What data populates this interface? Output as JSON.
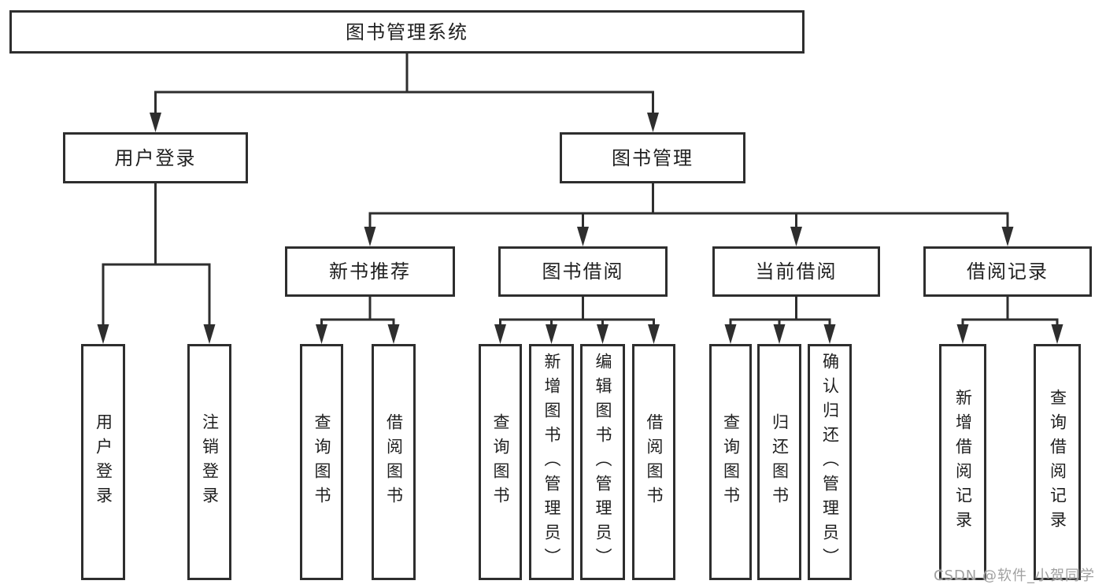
{
  "title": "图书管理系统",
  "watermark": {
    "text": "CSDN @软件_小贺同学"
  },
  "colors": {
    "line": "#2e2e2e",
    "box_border": "#2e2e2e",
    "text": "#1f1f1f",
    "background": "#ffffff",
    "watermark": "#a0a0a0"
  },
  "diagram_type": "hierarchy-tree",
  "tree": {
    "label": "图书管理系统",
    "children": [
      {
        "label": "用户登录",
        "children": [
          {
            "label": "用户登录"
          },
          {
            "label": "注销登录"
          }
        ]
      },
      {
        "label": "图书管理",
        "children": [
          {
            "label": "新书推荐",
            "children": [
              {
                "label": "查询图书"
              },
              {
                "label": "借阅图书"
              }
            ]
          },
          {
            "label": "图书借阅",
            "children": [
              {
                "label": "查询图书"
              },
              {
                "label": "新增图书（管理员）"
              },
              {
                "label": "编辑图书（管理员）"
              },
              {
                "label": "借阅图书"
              }
            ]
          },
          {
            "label": "当前借阅",
            "children": [
              {
                "label": "查询图书"
              },
              {
                "label": "归还图书"
              },
              {
                "label": "确认归还（管理员）"
              }
            ]
          },
          {
            "label": "借阅记录",
            "children": [
              {
                "label": "新增借阅记录"
              },
              {
                "label": "查询借阅记录"
              }
            ]
          }
        ]
      }
    ]
  }
}
